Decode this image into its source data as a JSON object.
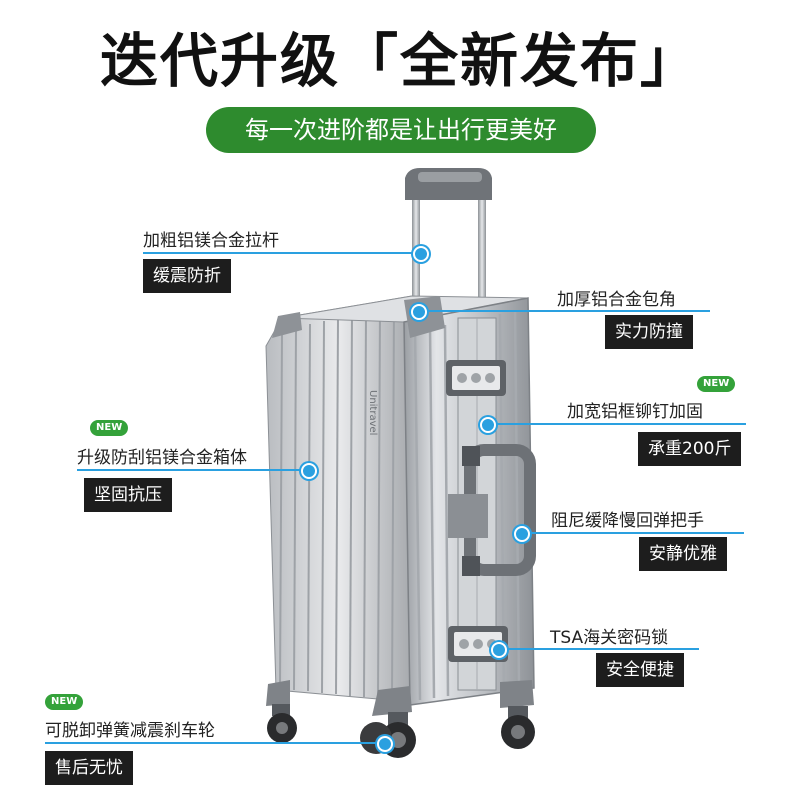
{
  "headline": "迭代升级「全新发布」",
  "subheadline": "每一次进阶都是让出行更美好",
  "brand_mark": "Unitravel",
  "features": [
    {
      "label": "加粗铝镁合金拉杆",
      "tag": "缓震防折",
      "is_new": false
    },
    {
      "label": "加厚铝合金包角",
      "tag": "实力防撞",
      "is_new": false
    },
    {
      "label": "加宽铝框铆钉加固",
      "tag": "承重200斤",
      "is_new": true
    },
    {
      "label": "升级防刮铝镁合金箱体",
      "tag": "坚固抗压",
      "is_new": true
    },
    {
      "label": "阻尼缓降慢回弹把手",
      "tag": "安静优雅",
      "is_new": false
    },
    {
      "label": "TSA海关密码锁",
      "tag": "安全便捷",
      "is_new": false
    },
    {
      "label": "可脱卸弹簧减震刹车轮",
      "tag": "售后无忧",
      "is_new": true
    }
  ],
  "new_badge": "NEW",
  "colors": {
    "accent_green": "#2e8b2e",
    "callout_blue": "#2aa0e0",
    "tag_bg": "#1d1d1d",
    "new_badge": "#34a23a"
  }
}
